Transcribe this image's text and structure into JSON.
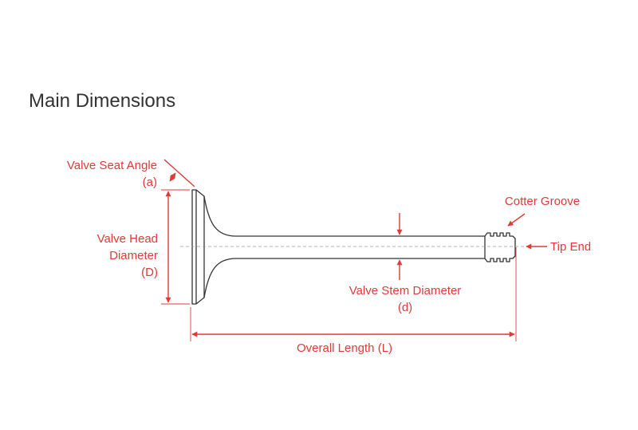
{
  "title": "Main Dimensions",
  "labels": {
    "seat_angle_1": "Valve Seat Angle",
    "seat_angle_2": "(a)",
    "head_diameter_1": "Valve Head",
    "head_diameter_2": "Diameter",
    "head_diameter_3": "(D)",
    "cotter_groove": "Cotter Groove",
    "tip_end": "Tip End",
    "stem_diameter_1": "Valve Stem Diameter",
    "stem_diameter_2": "(d)",
    "overall_length": "Overall Length (L)"
  },
  "colors": {
    "annotation": "#e03a3a",
    "outline": "#333333",
    "title": "#333333",
    "centerline": "#9a9a9a"
  }
}
